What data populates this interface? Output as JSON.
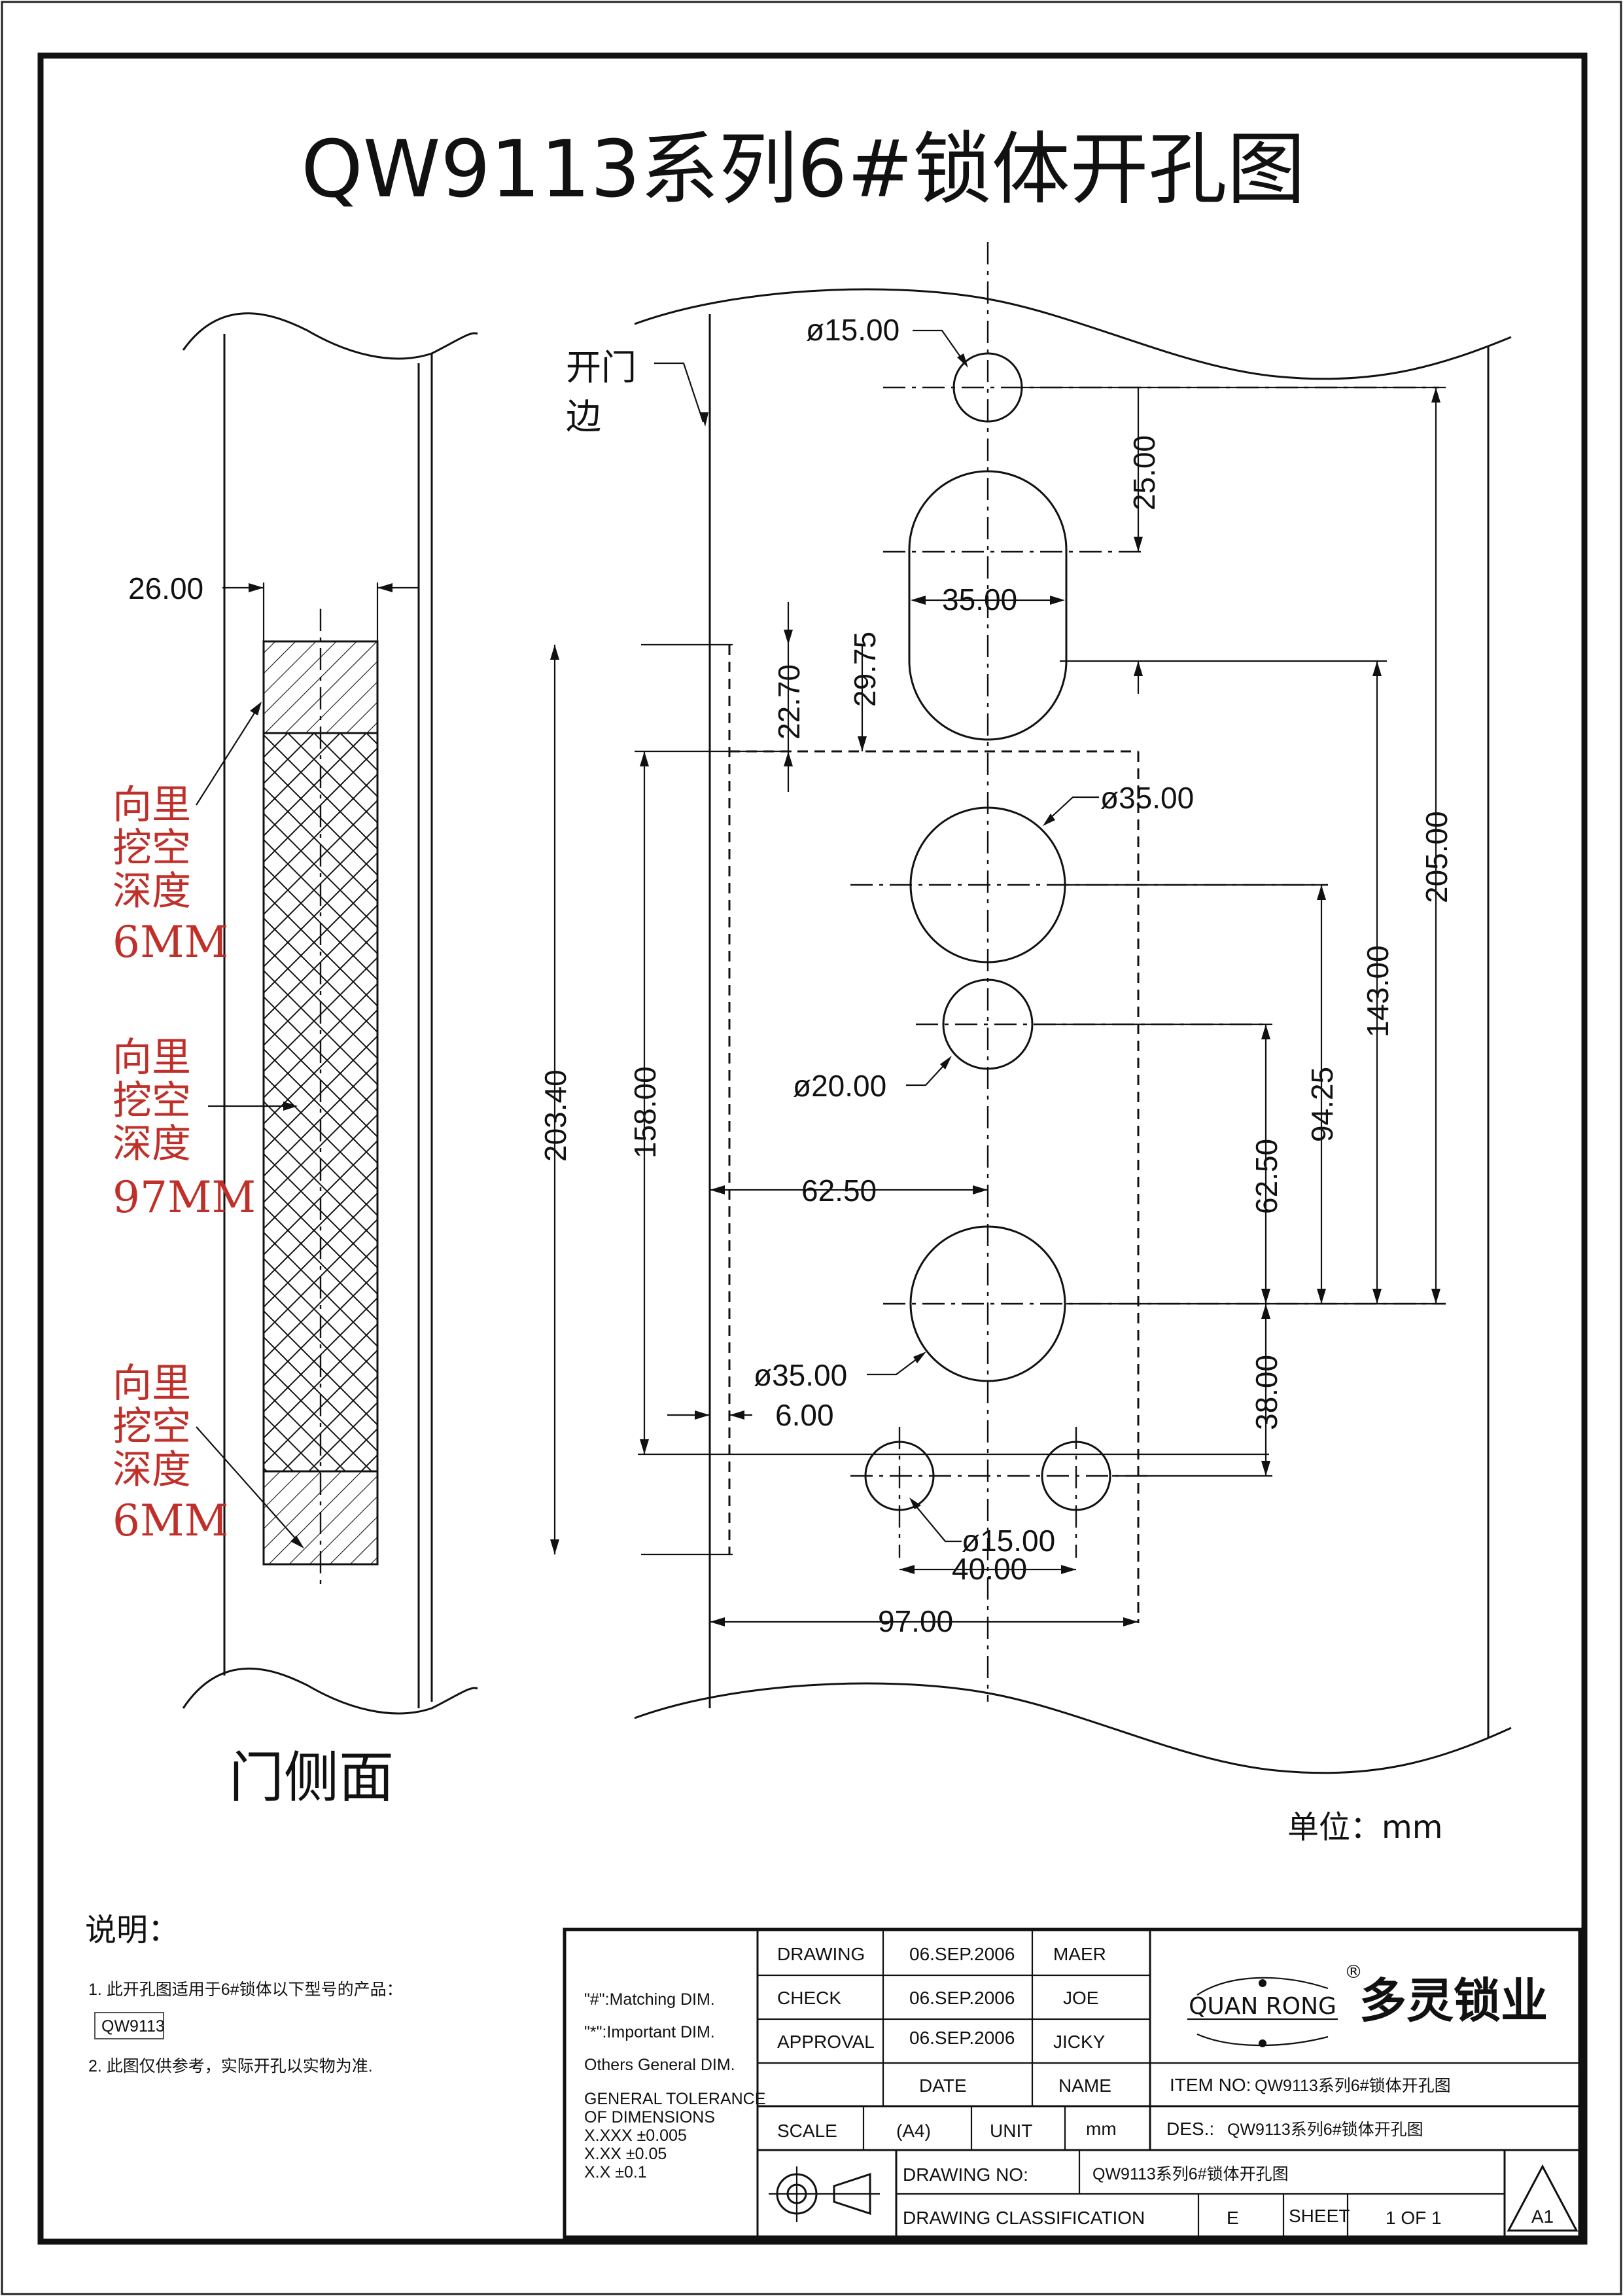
{
  "title": "QW9113系列6#锁体开孔图",
  "labels": {
    "door_edge": [
      "开门",
      "边"
    ],
    "side_view": "门侧面",
    "unit": "单位：mm",
    "depth_top": [
      "向里",
      "挖空",
      "深度",
      "6MM"
    ],
    "depth_mid": [
      "向里",
      "挖空",
      "深度",
      "97MM"
    ],
    "depth_bottom": [
      "向里",
      "挖空",
      "深度",
      "6MM"
    ]
  },
  "dimensions": {
    "d_top_hole": "ø15.00",
    "v_25": "25.00",
    "w_35": "35.00",
    "v_22_70": "22.70",
    "v_29_75": "29.75",
    "d_35_upper": "ø35.00",
    "v_205": "205.00",
    "v_143": "143.00",
    "v_94_25": "94.25",
    "v_62_50": "62.50",
    "h_62_50": "62.50",
    "v_203_40": "203.40",
    "v_158": "158.00",
    "d_20": "ø20.00",
    "d_35_lower": "ø35.00",
    "v_38": "38.00",
    "h_6": "6.00",
    "d_15_bottom": "ø15.00",
    "h_40": "40.00",
    "h_97": "97.00",
    "side_26": "26.00"
  },
  "notes": {
    "heading": "说明：",
    "line1": "1. 此开孔图适用于6#锁体以下型号的产品：",
    "model": "QW9113",
    "line2": "2. 此图仅供参考，实际开孔以实物为准."
  },
  "title_block": {
    "legend1": "\"#\":Matching  DIM.",
    "legend2": "\"*\":Important  DIM.",
    "legend3": "Others General  DIM.",
    "tol_heading1": "GENERAL TOLERANCE",
    "tol_heading2": "OF DIMENSIONS",
    "tol1": "X.XXX   ±0.005",
    "tol2": "X.XX     ±0.05",
    "tol3": "X.X       ±0.1",
    "drawing_label": "DRAWING",
    "drawing_date": "06.SEP.2006",
    "drawing_name": "MAER",
    "check_label": "CHECK",
    "check_date": "06.SEP.2006",
    "check_name": "JOE",
    "approval_label": "APPROVAL",
    "approval_date": "06.SEP.2006",
    "approval_name": "JICKY",
    "date_label": "DATE",
    "name_label": "NAME",
    "brand_en": "QUAN RONG",
    "brand_cn": "多灵锁业",
    "registered": "®",
    "item_label": "ITEM NO:",
    "item_value": "QW9113系列6#锁体开孔图",
    "scale_label": "SCALE",
    "scale_value": "(A4)",
    "unit_label": "UNIT",
    "unit_value": "mm",
    "des_label": "DES.:",
    "des_value": "QW9113系列6#锁体开孔图",
    "drawing_no_label": "DRAWING  NO:",
    "drawing_no_value": "QW9113系列6#锁体开孔图",
    "classification_label": "DRAWING  CLASSIFICATION",
    "classification_value": "E",
    "sheet_label": "SHEET",
    "sheet_value": "1  OF  1",
    "size_mark": "A1"
  }
}
